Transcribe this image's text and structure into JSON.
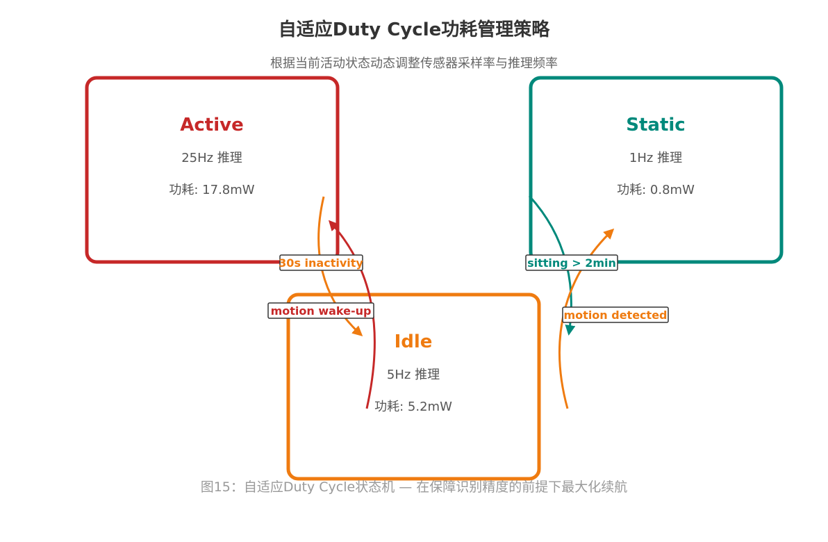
{
  "title": "自适应Duty Cycle功耗管理策略",
  "subtitle": "根据当前活动状态动态调整传感器采样率与推理频率",
  "caption": "图15：自适应Duty Cycle状态机 — 在保障识别精度的前提下最大化续航",
  "colors": {
    "active": "#c62828",
    "idle": "#ef7b10",
    "static": "#00897b",
    "text": "#555555"
  },
  "states": {
    "active": {
      "name": "Active",
      "rate": "25Hz 推理",
      "power": "功耗: 17.8mW"
    },
    "static": {
      "name": "Static",
      "rate": "1Hz 推理",
      "power": "功耗: 0.8mW"
    },
    "idle": {
      "name": "Idle",
      "rate": "5Hz 推理",
      "power": "功耗: 5.2mW"
    }
  },
  "transitions": {
    "active_to_idle": "30s inactivity",
    "idle_to_active": "motion wake-up",
    "static_to_idle": "sitting > 2min",
    "idle_to_static": "motion detected"
  }
}
